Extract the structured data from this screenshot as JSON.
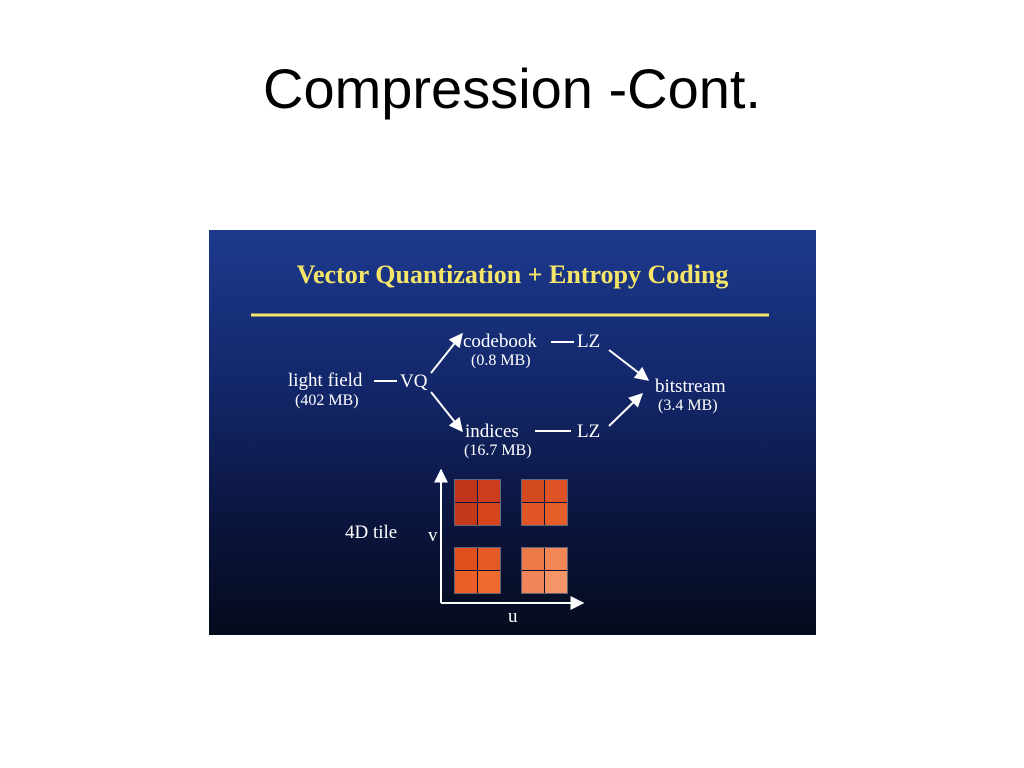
{
  "slide": {
    "title": "Compression -Cont."
  },
  "figure": {
    "title": "Vector Quantization + Entropy Coding",
    "colors": {
      "title": "#f5e66a",
      "text": "#ffffff",
      "rule": "#f5e66a",
      "background_top": "#1d3a8e",
      "background_bottom": "#050a1c"
    },
    "nodes": {
      "light_field": {
        "label": "light field",
        "size": "(402 MB)"
      },
      "vq": {
        "label": "VQ"
      },
      "codebook": {
        "label": "codebook",
        "size": "(0.8 MB)"
      },
      "lz_top": {
        "label": "LZ"
      },
      "indices": {
        "label": "indices",
        "size": "(16.7 MB)"
      },
      "lz_bottom": {
        "label": "LZ"
      },
      "bitstream": {
        "label": "bitstream",
        "size": "(3.4 MB)"
      }
    },
    "tile": {
      "label": "4D tile",
      "axis_v": "v",
      "axis_u": "u",
      "block_colors": [
        [
          "#c0341a",
          "#cc3d1d",
          "#c23a1a",
          "#d5461f"
        ],
        [
          "#d34a20",
          "#dd5325",
          "#e05626",
          "#e55e2a"
        ],
        [
          "#e0501f",
          "#e45a26",
          "#ea5f28",
          "#ee6a2e"
        ],
        [
          "#ec7a48",
          "#f28656",
          "#f0855a",
          "#f59466"
        ]
      ]
    }
  }
}
